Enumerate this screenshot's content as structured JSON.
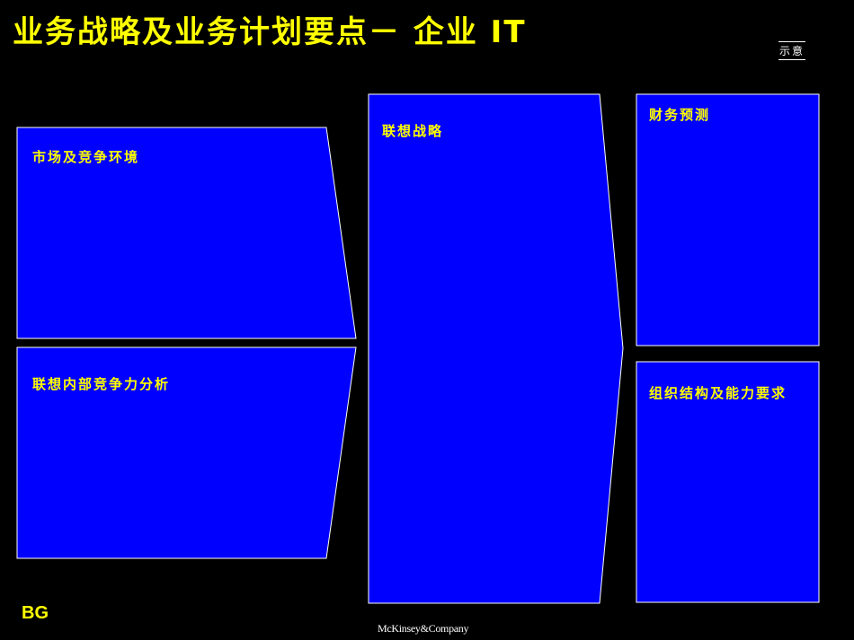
{
  "slide": {
    "title": "业务战略及业务计划要点－ 企业 IT",
    "badge": "示意",
    "footer_left": "BG",
    "footer_center": "McKinsey&Company"
  },
  "boxes": {
    "market": {
      "label": "市场及竞争环境"
    },
    "internal": {
      "label": "联想内部竞争力分析"
    },
    "strategy": {
      "label": "联想战略"
    },
    "finance": {
      "label": "财务预测"
    },
    "org": {
      "label": "组织结构及能力要求"
    }
  },
  "colors": {
    "background": "#000000",
    "box_fill": "#0000FF",
    "box_stroke": "#FFFFFF",
    "title": "#FFFF00",
    "label": "#FFFF00"
  }
}
